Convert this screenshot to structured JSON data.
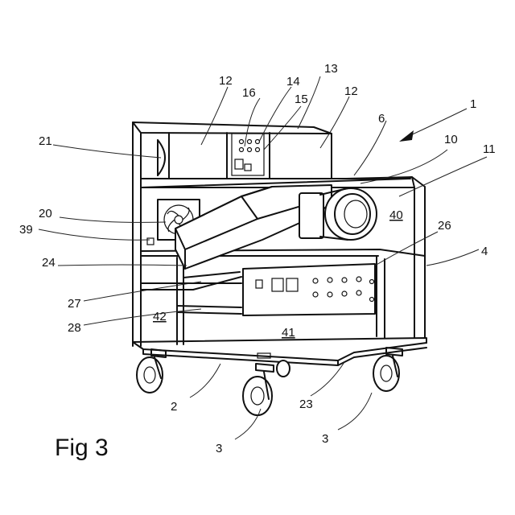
{
  "figure": {
    "title": "Fig 3",
    "labels": {
      "l1": "1",
      "l2": "2",
      "l3a": "3",
      "l3b": "3",
      "l4": "4",
      "l6": "6",
      "l10": "10",
      "l11": "11",
      "l12a": "12",
      "l12b": "12",
      "l13": "13",
      "l14": "14",
      "l15": "15",
      "l16": "16",
      "l20": "20",
      "l21": "21",
      "l23": "23",
      "l24": "24",
      "l26": "26",
      "l27": "27",
      "l28": "28",
      "l39": "39",
      "l40": "40",
      "l41": "41",
      "l42": "42"
    }
  }
}
